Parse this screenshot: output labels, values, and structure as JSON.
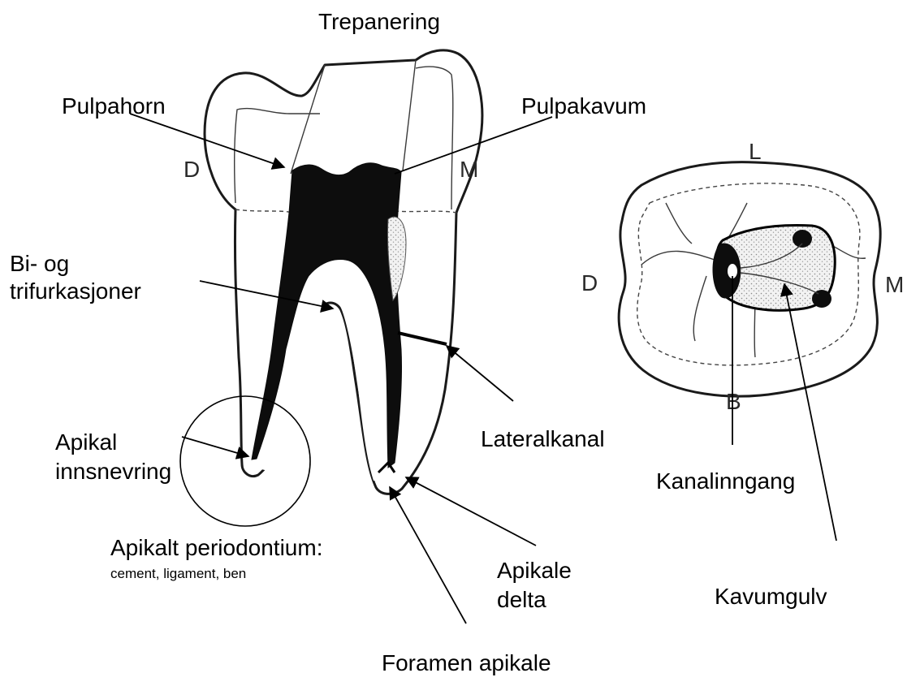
{
  "labels": {
    "trepanering": "Trepanering",
    "pulpahorn": "Pulpahorn",
    "pulpakavum": "Pulpakavum",
    "bifurk_line1": "Bi- og",
    "bifurk_line2": "trifurkasjoner",
    "lateralkanal": "Lateralkanal",
    "apikal_innsnevring_line1": "Apikal",
    "apikal_innsnevring_line2": "innsnevring",
    "apikalt_periodontium": "Apikalt periodontium:",
    "apikalt_periodontium_sub": "cement, ligament, ben",
    "apikale_delta_line1": "Apikale",
    "apikale_delta_line2": "delta",
    "foramen_apikale": "Foramen apikale",
    "kanalinngang": "Kanalinngang",
    "kavumgulv": "Kavumgulv"
  },
  "orientation": {
    "side_view_left": "D",
    "side_view_right": "M",
    "occlusal_top": "L",
    "occlusal_left": "D",
    "occlusal_right": "M",
    "occlusal_bottom": "B"
  }
}
